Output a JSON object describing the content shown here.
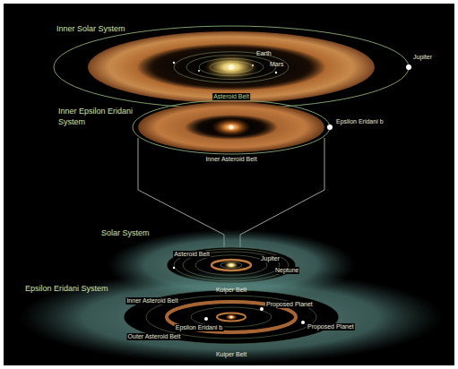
{
  "diagram": {
    "nodes": [
      {
        "text": [
          "Inner Solar System"
        ]
      },
      {
        "text": [
          "Inner Epsilon Eridani System"
        ]
      },
      {
        "text": [
          "Solar System"
        ]
      },
      {
        "text": [
          "Epsilon Eridani System"
        ]
      }
    ],
    "labels": [
      "Earth",
      "Mars",
      "Asteroid Belt",
      "Jupiter",
      "Epsilon Eridani b",
      "Inner Asteroid Belt",
      "Asteroid Belt",
      "Jupiter",
      "Neptune",
      "Kuiper Belt",
      "Inner Asteroid Belt",
      "Epsilon Eridani b",
      "Proposed Planet",
      "Outer Asteroid Belt",
      "Proposed Planet",
      "Kuiper Belt"
    ]
  }
}
